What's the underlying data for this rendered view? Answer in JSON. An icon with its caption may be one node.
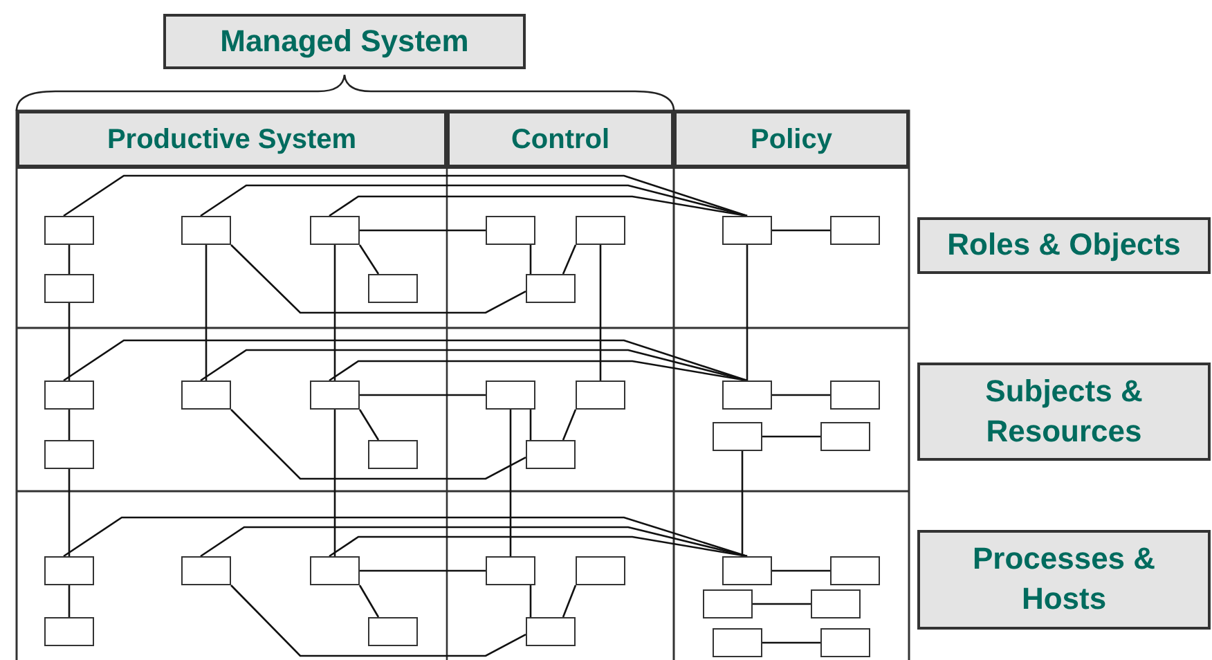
{
  "diagram": {
    "nodes": [
      {
        "text": [
          "Managed System"
        ]
      },
      {
        "text": [
          "Productive System"
        ]
      },
      {
        "text": [
          "Control"
        ]
      },
      {
        "text": [
          "Policy"
        ]
      },
      {
        "text": [],
        "shape": "box"
      },
      {
        "text": [],
        "shape": "box"
      },
      {
        "text": [],
        "shape": "box"
      },
      {
        "text": [],
        "shape": "box"
      },
      {
        "text": [],
        "shape": "box"
      },
      {
        "text": [],
        "shape": "box"
      },
      {
        "text": [],
        "shape": "box"
      },
      {
        "text": [],
        "shape": "box"
      },
      {
        "text": [],
        "shape": "box"
      },
      {
        "text": [],
        "shape": "box"
      },
      {
        "text": [
          "Roles & Objects"
        ]
      },
      {
        "text": [],
        "shape": "box"
      },
      {
        "text": [],
        "shape": "box"
      },
      {
        "text": [],
        "shape": "box"
      },
      {
        "text": [],
        "shape": "box"
      },
      {
        "text": [],
        "shape": "box"
      },
      {
        "text": [],
        "shape": "box"
      },
      {
        "text": [],
        "shape": "box"
      },
      {
        "text": [],
        "shape": "box"
      },
      {
        "text": [],
        "shape": "box"
      },
      {
        "text": [],
        "shape": "box"
      },
      {
        "text": [],
        "shape": "box"
      },
      {
        "text": [],
        "shape": "box"
      },
      {
        "text": [
          "Subjects & Resources"
        ]
      },
      {
        "text": [],
        "shape": "box"
      },
      {
        "text": [],
        "shape": "box"
      },
      {
        "text": [],
        "shape": "box"
      },
      {
        "text": [],
        "shape": "box"
      },
      {
        "text": [],
        "shape": "box"
      },
      {
        "text": [],
        "shape": "box"
      },
      {
        "text": [],
        "shape": "box"
      },
      {
        "text": [],
        "shape": "box"
      },
      {
        "text": [],
        "shape": "box"
      },
      {
        "text": [],
        "shape": "box"
      },
      {
        "text": [],
        "shape": "box"
      },
      {
        "text": [],
        "shape": "box"
      },
      {
        "text": [],
        "shape": "box"
      },
      {
        "text": [],
        "shape": "box"
      },
      {
        "text": [
          "Processes & Hosts"
        ]
      }
    ],
    "edges": [
      {
        "from": 4,
        "to": 11,
        "arrow": "none"
      },
      {
        "from": 4,
        "to": 9,
        "arrow": "none"
      },
      {
        "from": 5,
        "to": 9,
        "arrow": "none"
      },
      {
        "from": 6,
        "to": 9,
        "arrow": "none"
      },
      {
        "from": 6,
        "to": 7,
        "arrow": "none"
      },
      {
        "from": 6,
        "to": 12,
        "arrow": "none"
      },
      {
        "from": 5,
        "to": 13,
        "arrow": "none"
      },
      {
        "from": 7,
        "to": 13,
        "arrow": "none"
      },
      {
        "from": 8,
        "to": 13,
        "arrow": "none"
      },
      {
        "from": 9,
        "to": 10,
        "arrow": "none"
      },
      {
        "from": 11,
        "to": 15,
        "arrow": "none"
      },
      {
        "from": 5,
        "to": 16,
        "arrow": "none"
      },
      {
        "from": 6,
        "to": 17,
        "arrow": "none"
      },
      {
        "from": 8,
        "to": 19,
        "arrow": "none"
      },
      {
        "from": 9,
        "to": 20,
        "arrow": "none"
      },
      {
        "from": 15,
        "to": 22,
        "arrow": "none"
      },
      {
        "from": 15,
        "to": 20,
        "arrow": "none"
      },
      {
        "from": 16,
        "to": 20,
        "arrow": "none"
      },
      {
        "from": 17,
        "to": 20,
        "arrow": "none"
      },
      {
        "from": 17,
        "to": 18,
        "arrow": "none"
      },
      {
        "from": 17,
        "to": 23,
        "arrow": "none"
      },
      {
        "from": 16,
        "to": 24,
        "arrow": "none"
      },
      {
        "from": 18,
        "to": 24,
        "arrow": "none"
      },
      {
        "from": 19,
        "to": 24,
        "arrow": "none"
      },
      {
        "from": 20,
        "to": 21,
        "arrow": "none"
      },
      {
        "from": 25,
        "to": 26,
        "arrow": "none"
      },
      {
        "from": 22,
        "to": 28,
        "arrow": "none"
      },
      {
        "from": 17,
        "to": 30,
        "arrow": "none"
      },
      {
        "from": 18,
        "to": 31,
        "arrow": "none"
      },
      {
        "from": 25,
        "to": 33,
        "arrow": "none"
      },
      {
        "from": 28,
        "to": 35,
        "arrow": "none"
      },
      {
        "from": 28,
        "to": 33,
        "arrow": "none"
      },
      {
        "from": 29,
        "to": 33,
        "arrow": "none"
      },
      {
        "from": 30,
        "to": 33,
        "arrow": "none"
      },
      {
        "from": 30,
        "to": 31,
        "arrow": "none"
      },
      {
        "from": 30,
        "to": 36,
        "arrow": "none"
      },
      {
        "from": 29,
        "to": 37,
        "arrow": "none"
      },
      {
        "from": 31,
        "to": 37,
        "arrow": "none"
      },
      {
        "from": 32,
        "to": 37,
        "arrow": "none"
      },
      {
        "from": 33,
        "to": 34,
        "arrow": "none"
      },
      {
        "from": 38,
        "to": 39,
        "arrow": "none"
      },
      {
        "from": 40,
        "to": 41,
        "arrow": "none"
      }
    ]
  }
}
